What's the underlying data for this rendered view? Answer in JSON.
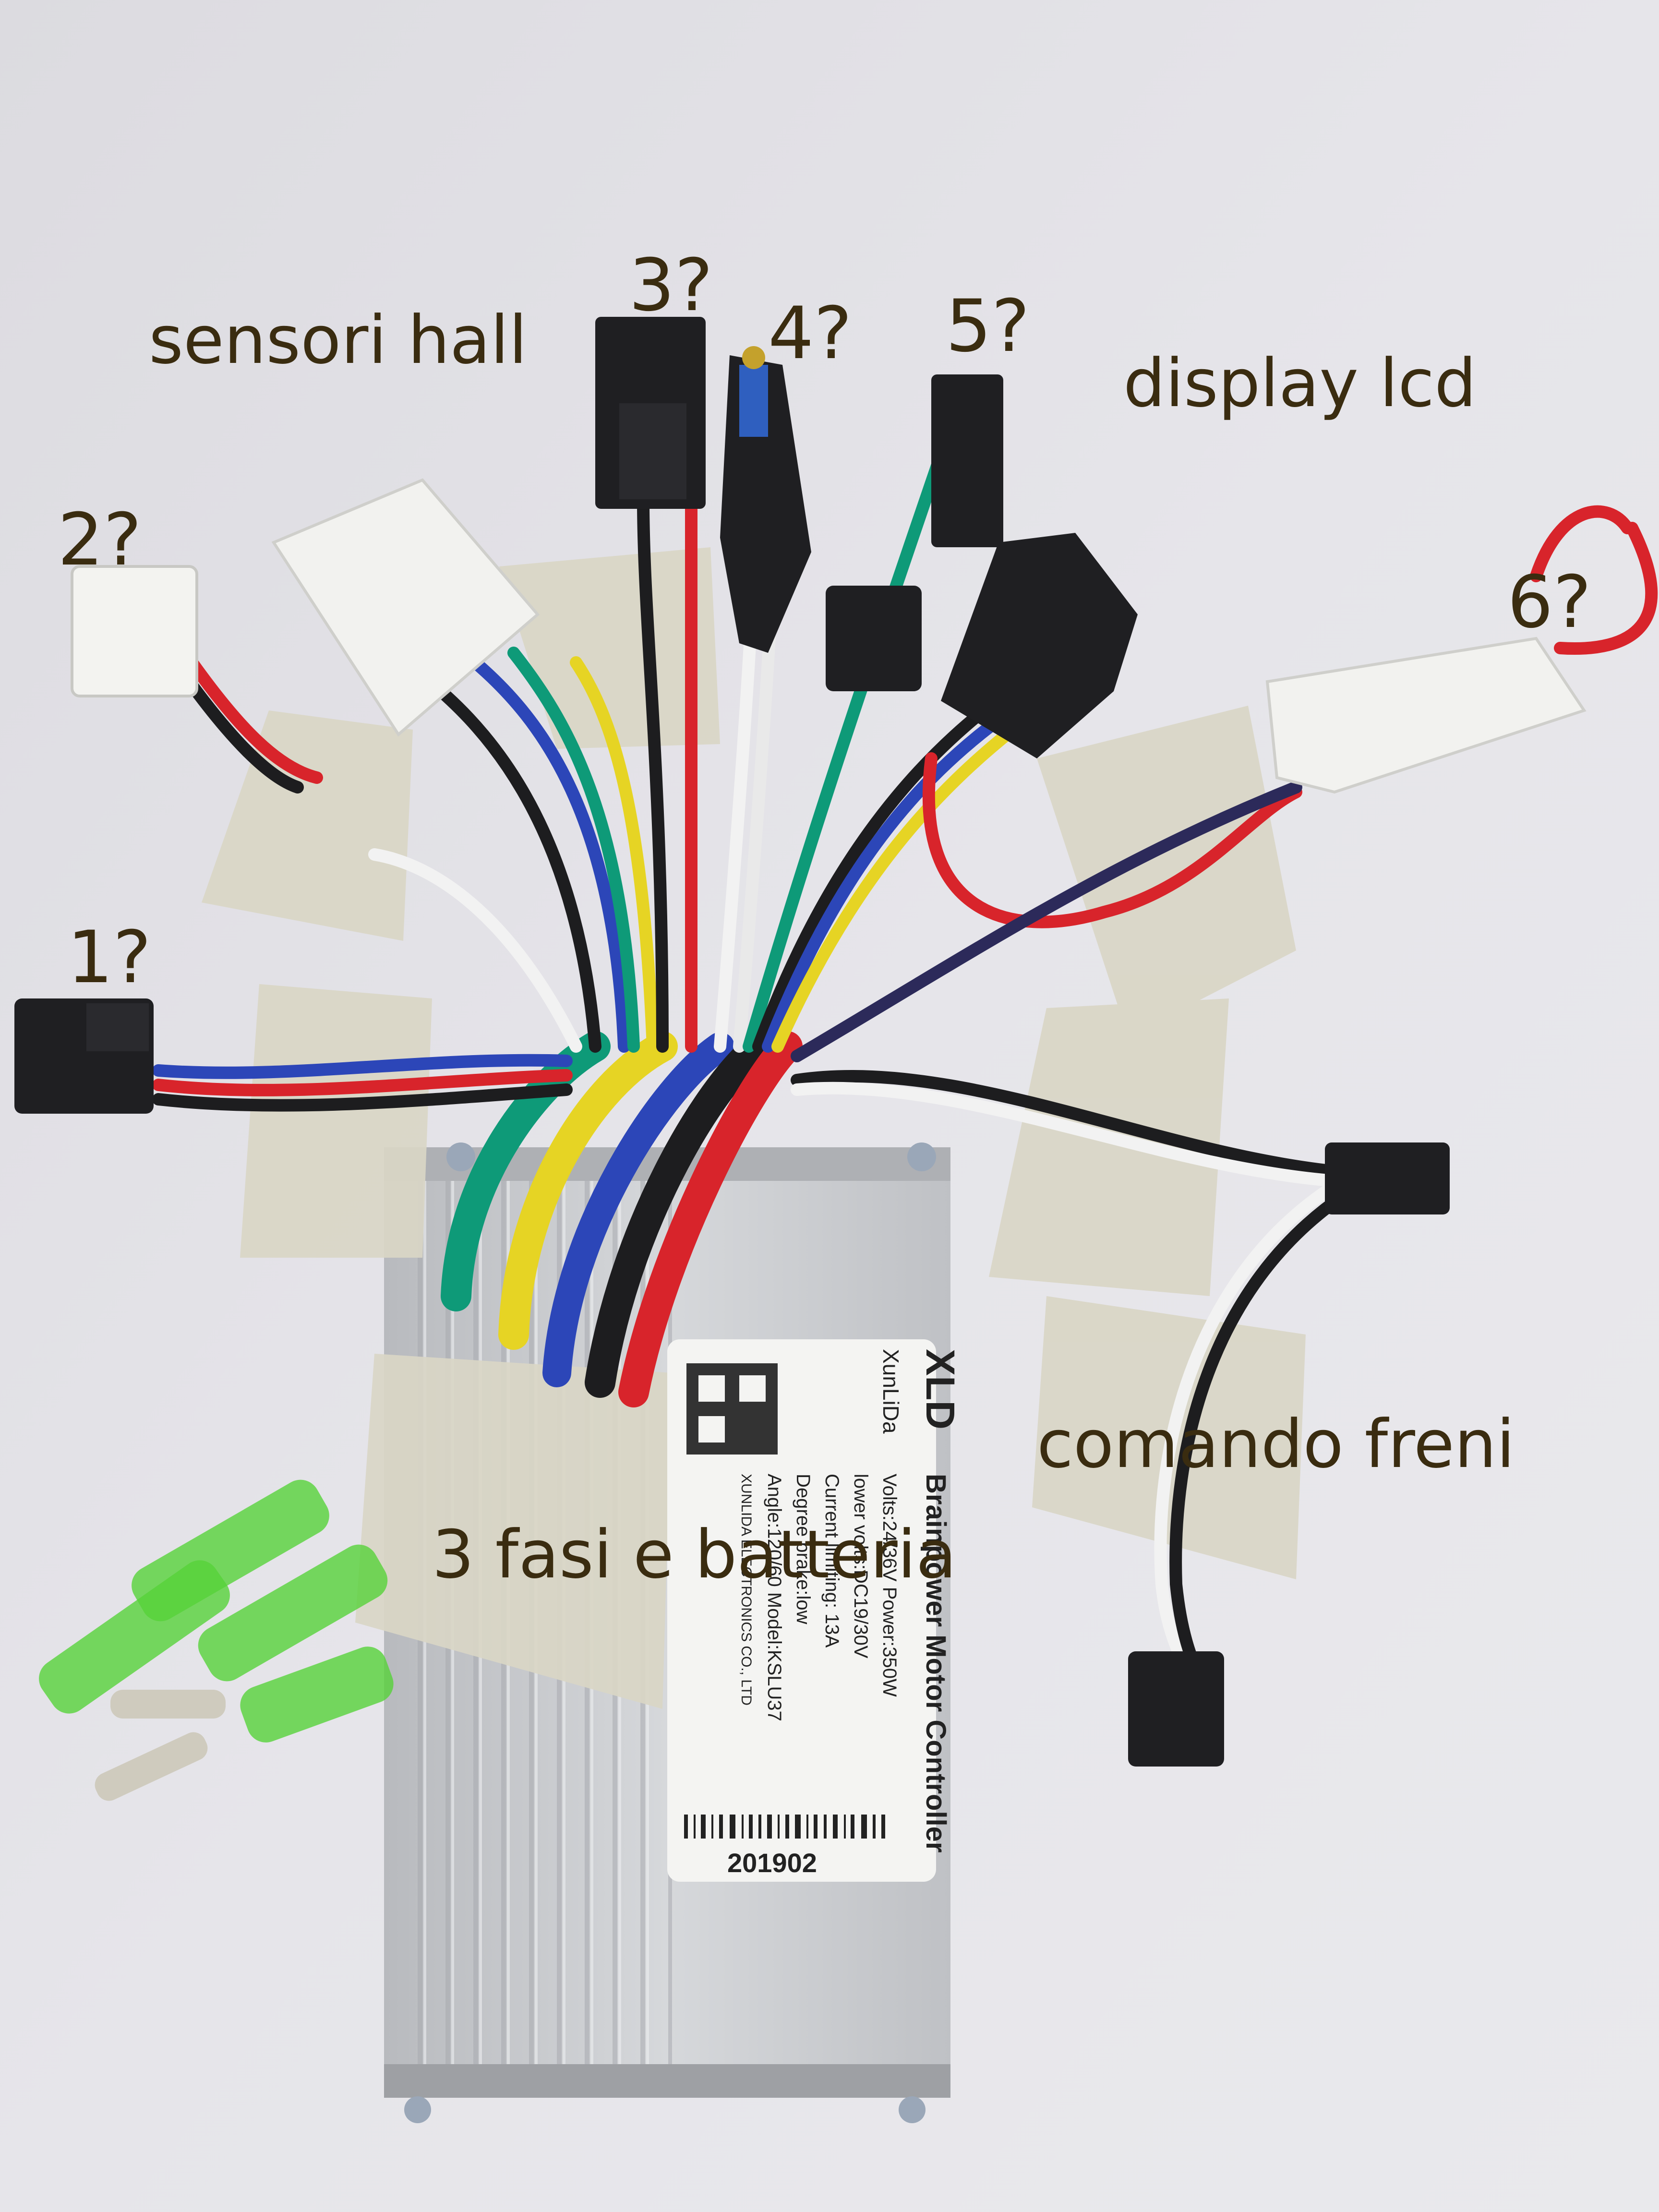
{
  "colors": {
    "background": "#e3e2e7",
    "label_text": "#3a2c10",
    "wire_red": "#d8242b",
    "wire_black": "#1d1d1f",
    "wire_green": "#0e9a78",
    "wire_yellow": "#e6d424",
    "wire_blue": "#2c46b8",
    "wire_white": "#f2f2f2",
    "housing": "#c6c8cc",
    "tape": "#dcd9cc",
    "sleeve_green": "#56d23a"
  },
  "annotations": {
    "hall_sensors": "sensori hall",
    "connector_3": "3?",
    "connector_4": "4?",
    "connector_5": "5?",
    "lcd_display": "display lcd",
    "connector_2": "2?",
    "connector_6": "6?",
    "connector_1": "1?",
    "brake_control": "comando freni",
    "phases_battery": "3 fasi e batteria"
  },
  "sticker": {
    "logo": "XLD",
    "brand_script": "XunLiDa",
    "title": "Brainpower Motor Controller",
    "line_volts": "Volts:24/36V  Power:350W",
    "line_lower": "lower volts:DC19/30V",
    "line_current": "Current limiting: 13A",
    "line_degree": "Degree brake:low",
    "line_angle": "Angle:120/60 Model:KSLU37",
    "manufacturer": "XUNLIDA ELECTRONICS CO., LTD",
    "code": "201902"
  }
}
